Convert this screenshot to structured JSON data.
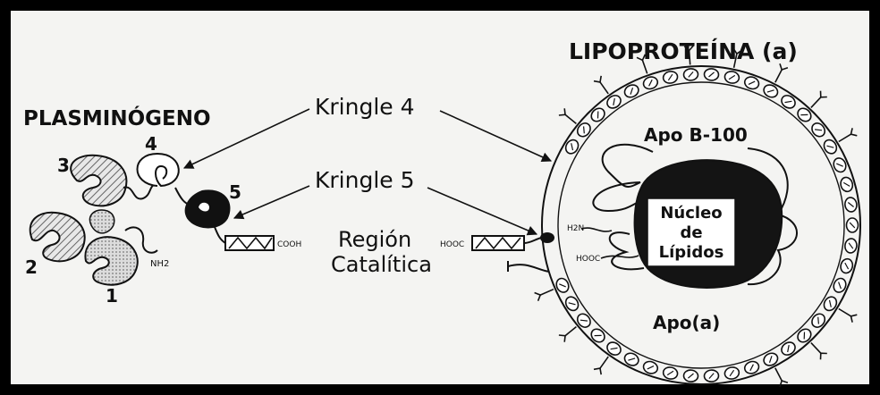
{
  "labels": {
    "plasminogen": "PLASMINÓGENO",
    "lipoprotein": "LIPOPROTEÍNA (a)",
    "kringle4": "Kringle 4",
    "kringle5": "Kringle 5",
    "catalytic_line1": "Región",
    "catalytic_line2": "Catalítica",
    "apo_b100": "Apo B-100",
    "apo_a": "Apo(a)",
    "nucleus_line1": "Núcleo",
    "nucleus_line2": "de",
    "nucleus_line3": "Lípidos",
    "k1": "1",
    "k2": "2",
    "k3": "3",
    "k4": "4",
    "k5": "5",
    "nh2": "NH2",
    "cooh": "COOH",
    "hooc_left": "HOOC",
    "hooc_inner": "HOOC",
    "h2n": "H2N"
  },
  "colors": {
    "frame": "#000000",
    "background": "#f4f4f2",
    "ink": "#111111",
    "nucleus": "#141414",
    "hatch": "#888888"
  }
}
